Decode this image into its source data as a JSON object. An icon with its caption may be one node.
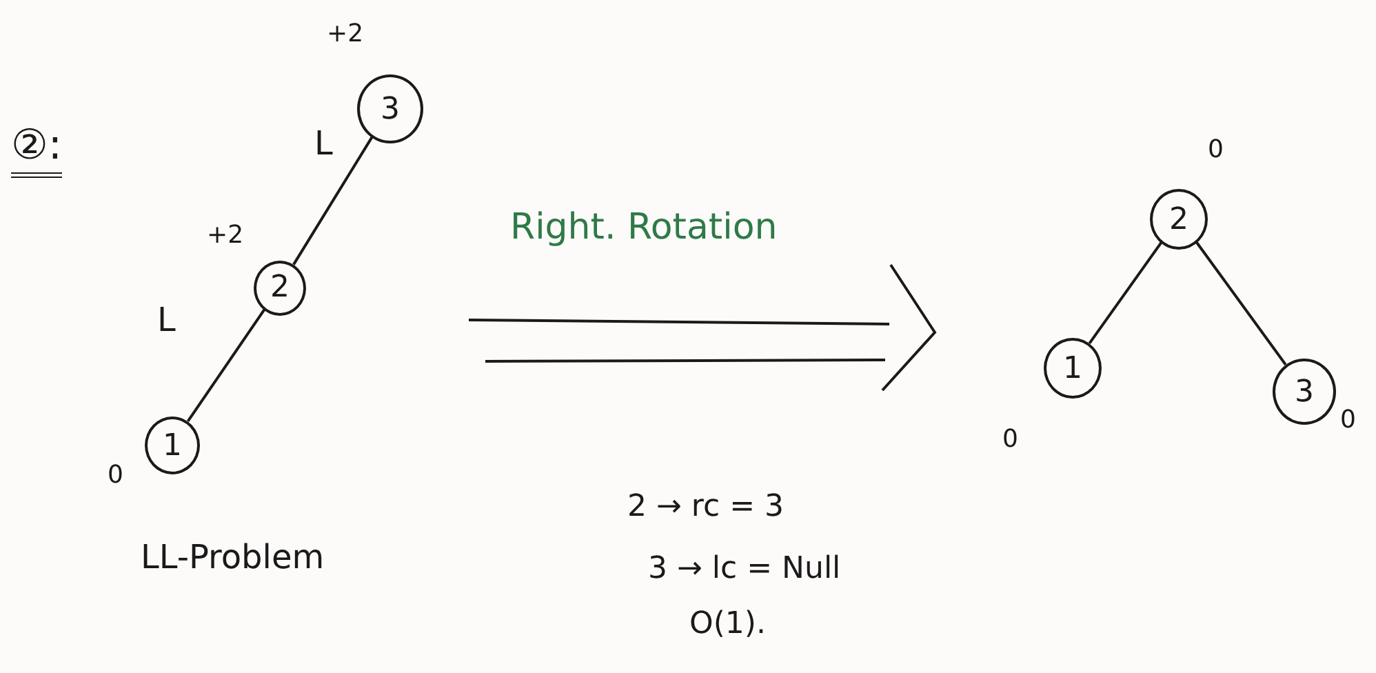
{
  "diagram": {
    "title": "②:",
    "nodes": [
      {
        "text": [
          "3"
        ],
        "beside": [
          "+2"
        ]
      },
      {
        "text": [
          "2"
        ],
        "beside": [
          "+2"
        ]
      },
      {
        "text": [
          "1"
        ],
        "beside": [
          "0"
        ]
      },
      {
        "text": [
          "2"
        ],
        "beside": [
          "0"
        ]
      },
      {
        "text": [
          "1"
        ],
        "beside": [
          "0"
        ]
      },
      {
        "text": [
          "3"
        ],
        "beside": [
          "0"
        ]
      }
    ],
    "edges": [
      {
        "from": 0,
        "to": 1,
        "arrow": "none",
        "label": "L"
      },
      {
        "from": 1,
        "to": 2,
        "arrow": "none",
        "label": "L"
      },
      {
        "from": 3,
        "to": 4,
        "arrow": "none"
      },
      {
        "from": 3,
        "to": 5,
        "arrow": "none"
      }
    ],
    "labels": [
      "Right. Rotation",
      "LL-Problem",
      "2 → rc = 3",
      "3 → lc = Null",
      "O(1)."
    ]
  }
}
